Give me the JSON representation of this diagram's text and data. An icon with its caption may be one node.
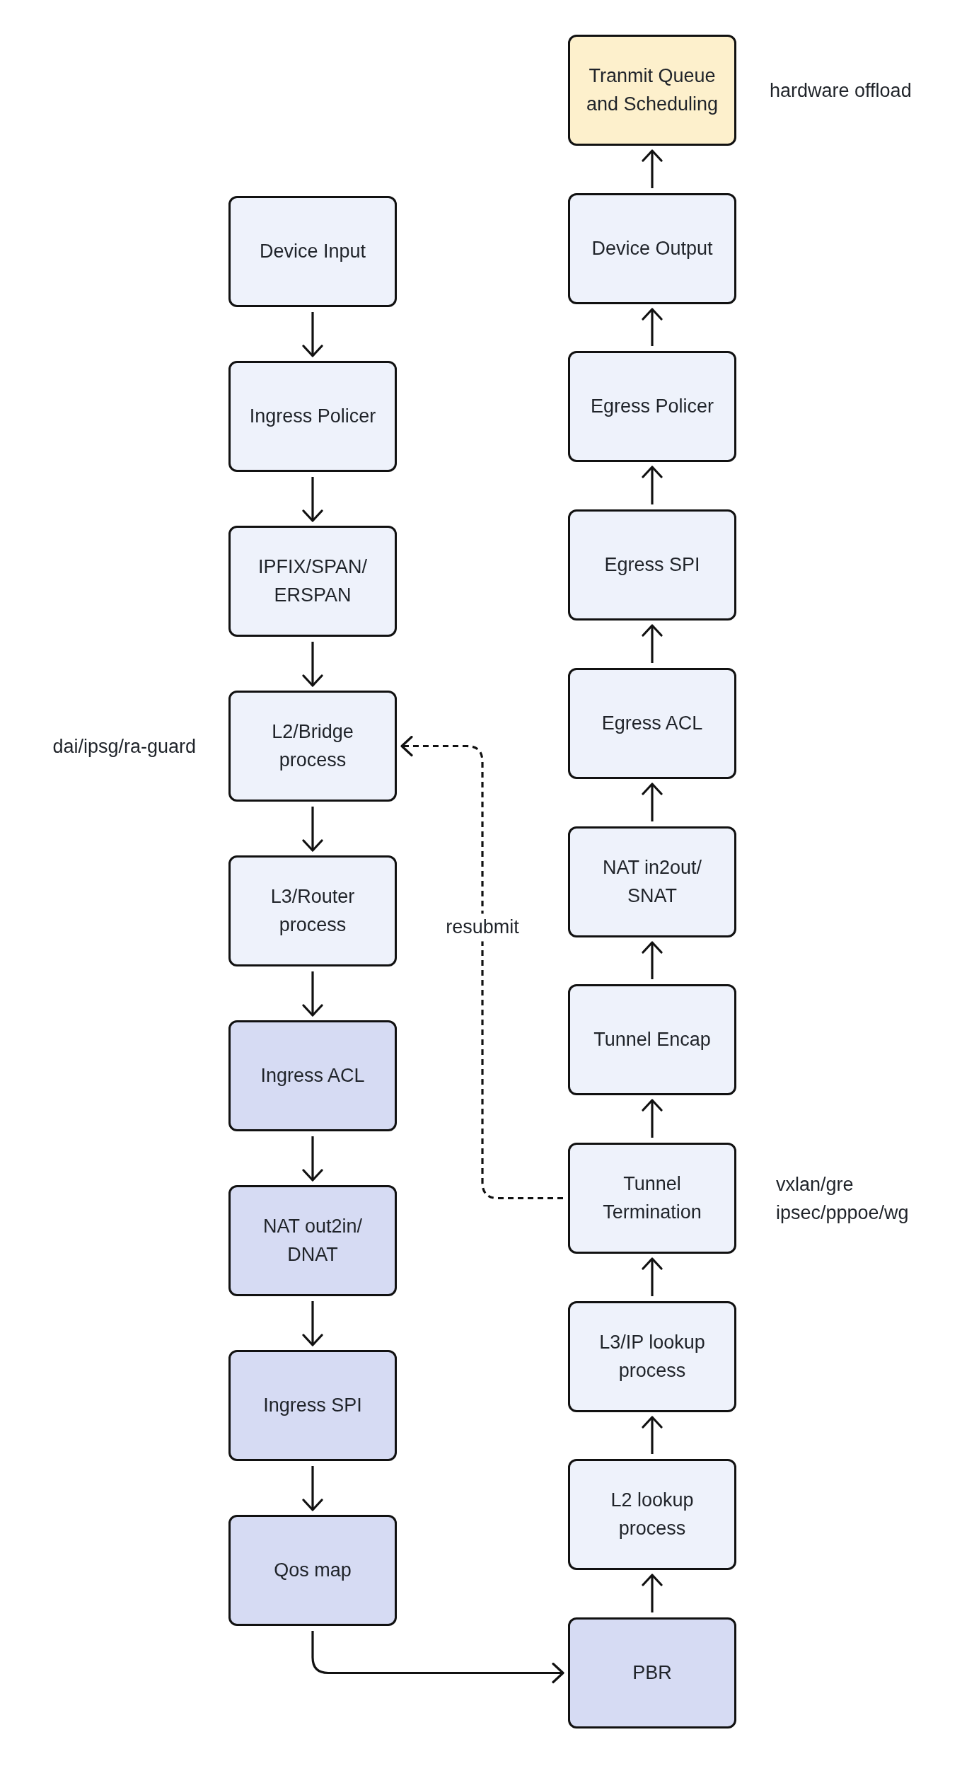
{
  "diagram": {
    "nodes": [
      {
        "text": [
          "Device Input"
        ]
      },
      {
        "text": [
          "Ingress Policer"
        ]
      },
      {
        "text": [
          "IPFIX/SPAN/ERSPAN"
        ]
      },
      {
        "text": [
          "L2/Bridge process"
        ],
        "beside": [
          "dai/ipsg/ra-guard"
        ]
      },
      {
        "text": [
          "L3/Router process"
        ]
      },
      {
        "text": [
          "Ingress ACL"
        ]
      },
      {
        "text": [
          "NAT out2in/DNAT"
        ]
      },
      {
        "text": [
          "Ingress SPI"
        ]
      },
      {
        "text": [
          "Qos map"
        ]
      },
      {
        "text": [
          "PBR"
        ]
      },
      {
        "text": [
          "L2 lookup process"
        ]
      },
      {
        "text": [
          "L3/IP lookup process"
        ]
      },
      {
        "text": [
          "Tunnel Termination"
        ],
        "beside": [
          "vxlan/gre ipsec/pppoe/wg"
        ]
      },
      {
        "text": [
          "Tunnel Encap"
        ]
      },
      {
        "text": [
          "NAT in2out/SNAT"
        ]
      },
      {
        "text": [
          "Egress ACL"
        ]
      },
      {
        "text": [
          "Egress SPI"
        ]
      },
      {
        "text": [
          "Egress Policer"
        ]
      },
      {
        "text": [
          "Device Output"
        ]
      },
      {
        "text": [
          "Tranmit Queue and Scheduling"
        ],
        "beside": [
          "hardware offload"
        ]
      }
    ],
    "edges": [
      {
        "from": 0,
        "to": 1,
        "arrow": "to"
      },
      {
        "from": 1,
        "to": 2,
        "arrow": "to"
      },
      {
        "from": 2,
        "to": 3,
        "arrow": "to"
      },
      {
        "from": 3,
        "to": 4,
        "arrow": "to"
      },
      {
        "from": 4,
        "to": 5,
        "arrow": "to"
      },
      {
        "from": 5,
        "to": 6,
        "arrow": "to"
      },
      {
        "from": 6,
        "to": 7,
        "arrow": "to"
      },
      {
        "from": 7,
        "to": 8,
        "arrow": "to"
      },
      {
        "from": 8,
        "to": 9,
        "arrow": "to"
      },
      {
        "from": 9,
        "to": 10,
        "arrow": "to"
      },
      {
        "from": 10,
        "to": 11,
        "arrow": "to"
      },
      {
        "from": 11,
        "to": 12,
        "arrow": "to"
      },
      {
        "from": 12,
        "to": 13,
        "arrow": "to"
      },
      {
        "from": 13,
        "to": 14,
        "arrow": "to"
      },
      {
        "from": 14,
        "to": 15,
        "arrow": "to"
      },
      {
        "from": 15,
        "to": 16,
        "arrow": "to"
      },
      {
        "from": 16,
        "to": 17,
        "arrow": "to"
      },
      {
        "from": 17,
        "to": 18,
        "arrow": "to"
      },
      {
        "from": 18,
        "to": 19,
        "arrow": "to"
      },
      {
        "from": 12,
        "to": 3,
        "arrow": "to",
        "label": "resubmit",
        "style": "dashed"
      }
    ]
  }
}
